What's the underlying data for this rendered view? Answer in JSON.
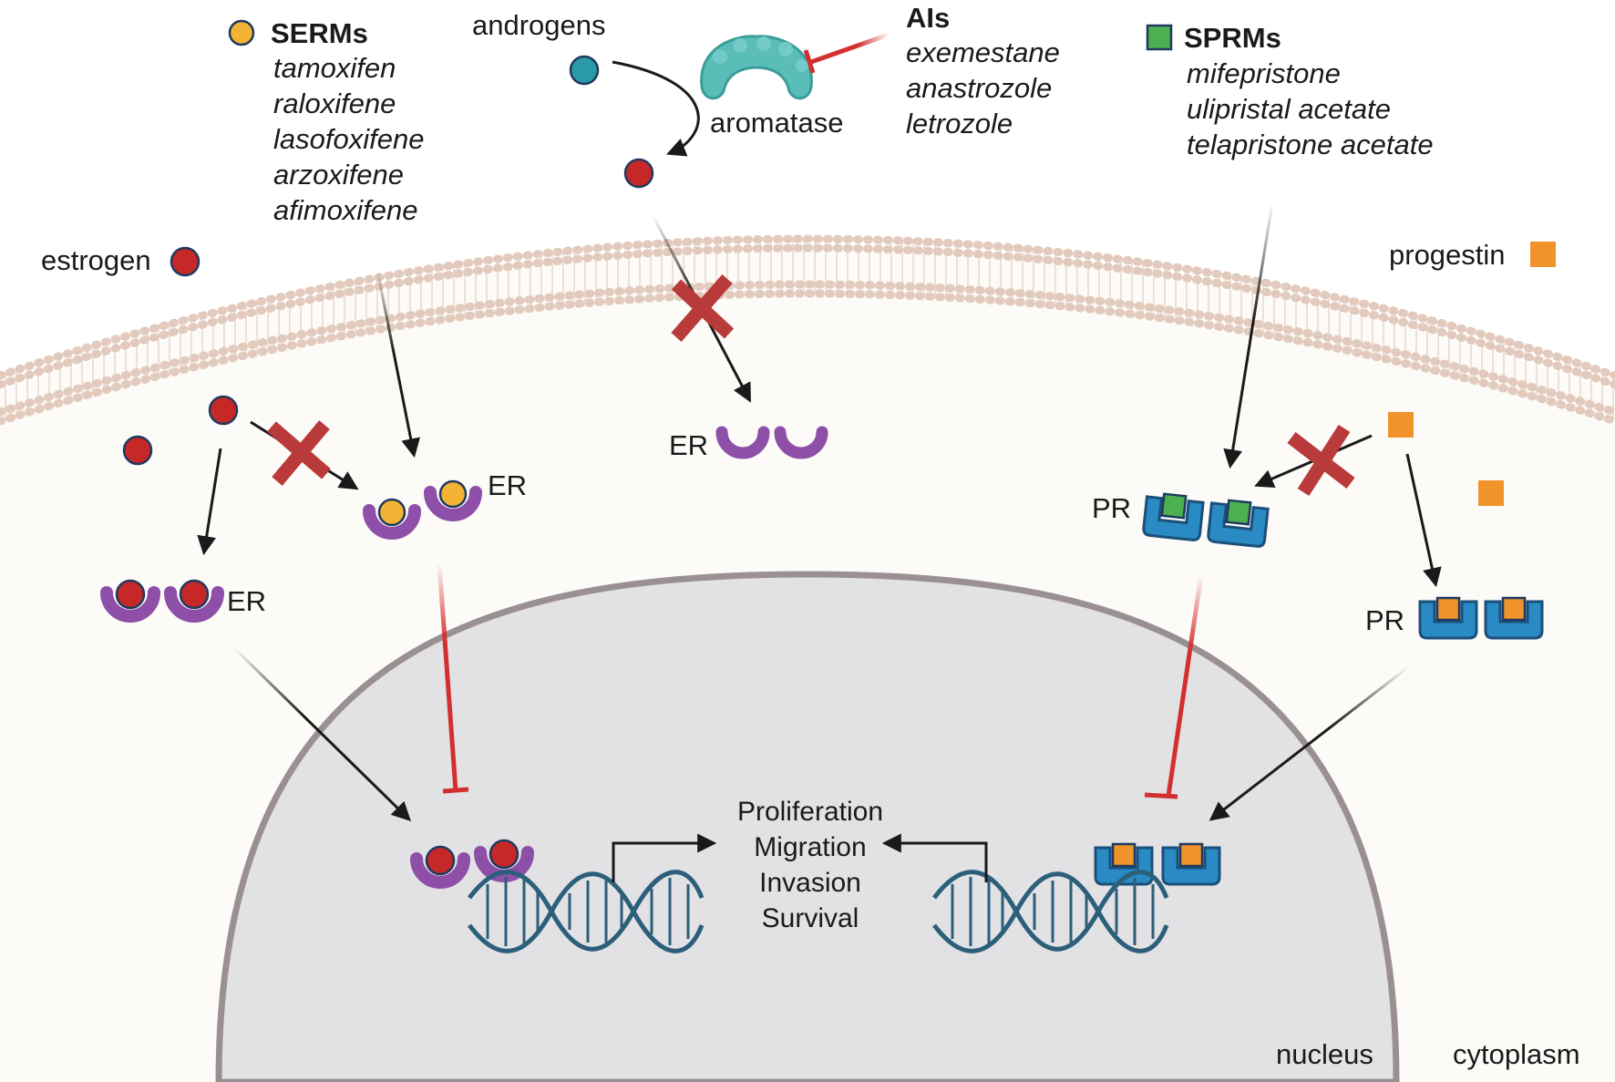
{
  "serms": {
    "heading": "SERMs",
    "drugs": [
      "tamoxifen",
      "raloxifene",
      "lasofoxifene",
      "arzoxifene",
      "afimoxifene"
    ]
  },
  "ais": {
    "heading": "AIs",
    "drugs": [
      "exemestane",
      "anastrozole",
      "letrozole"
    ]
  },
  "sprms": {
    "heading": "SPRMs",
    "drugs": [
      "mifepristone",
      "ulipristal acetate",
      "telapristone acetate"
    ]
  },
  "labels": {
    "androgens": "androgens",
    "aromatase": "aromatase",
    "estrogen": "estrogen",
    "progestin": "progestin",
    "er": "ER",
    "pr": "PR",
    "nucleus": "nucleus",
    "cytoplasm": "cytoplasm"
  },
  "outcomes": [
    "Proliferation",
    "Migration",
    "Invasion",
    "Survival"
  ],
  "colors": {
    "estrogen": "#c62828",
    "serm": "#f5b335",
    "androgen": "#2a9aa6",
    "aromatase": "#5bbdb8",
    "sprm": "#4caf50",
    "progestin": "#f0932b",
    "er_receptor": "#8e4fa8",
    "pr_receptor": "#2a8ac4",
    "inhibit": "#d32f2f",
    "block_x": "#b83a3a",
    "membrane": "#e2cbbd",
    "nucleus_fill": "#e2e1e4",
    "dna": "#2c5f7a"
  }
}
